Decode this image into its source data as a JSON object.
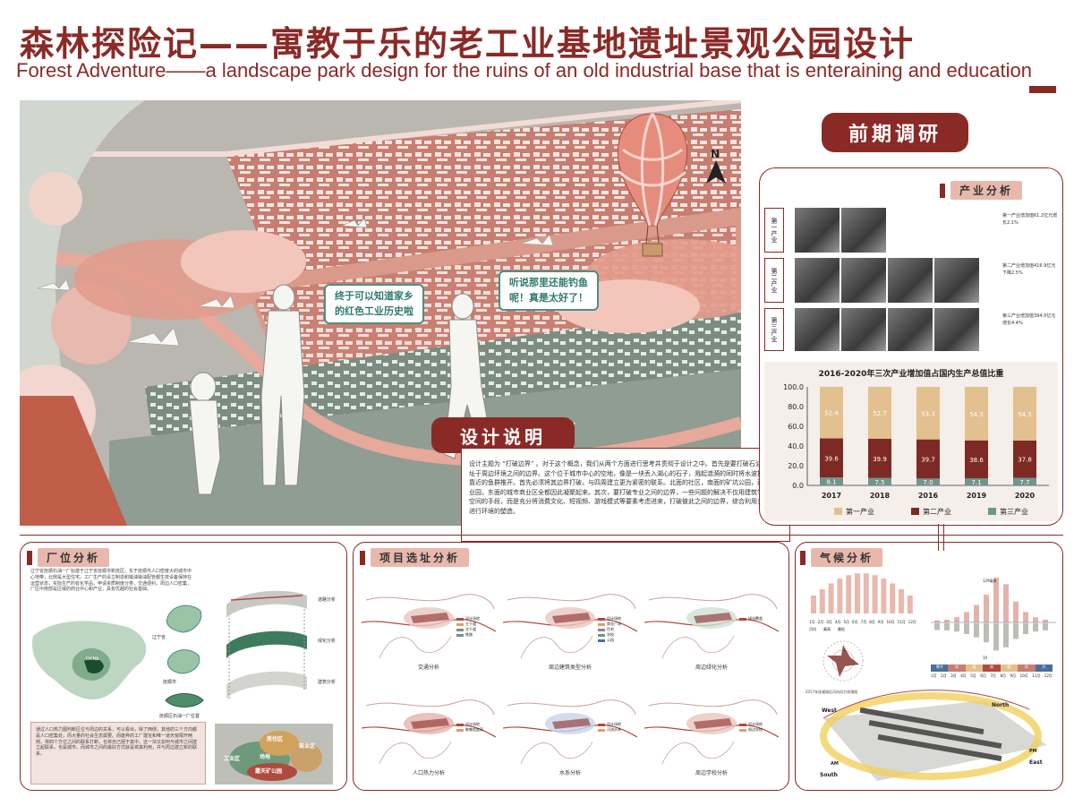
{
  "header": {
    "title_cn": "森林探险记——寓教于乐的老工业基地遗址景观公园设计",
    "title_en": "Forest Adventure——a landscape park design for the ruins of an old industrial base that is enteraining and education"
  },
  "hero": {
    "bubble_left": "终于可以知道家乡的红色工业历史啦",
    "bubble_right": "听说那里还能钓鱼呢！真是太好了！",
    "north_label": "N"
  },
  "design": {
    "title": "设计说明",
    "text": "设计主题为 “打破边界” 。对于这个概念，我们从两个方面进行思考并贯彻于设计之中。首先是要打破石油一厂旧址于周边环境之间的边界。这个位于城市中心的空地，像是一块丢入湖心的石子，溅起涟漪的同时将水波推远，将靠近的鱼群推开。首先必须将其边界打破，与四周建立更为紧密的联系。北面的社区，南面的矿坑公园，西面的工业园，东面的城市商业区全都因此凝聚起来。其次，要打破专业之间的边界，一些问题的解决不仅用建筑学、景观空间的手段，而是充分将消费文化、短视频、游戏模式等要素考虑进来，打破彼此之间的边界，综合利用多种手段进行环境的塑造。"
  },
  "research": {
    "title": "前期调研",
    "industry_tag": "产业分析",
    "rows": [
      {
        "label": "第一产业",
        "note": "第一产业增加值61.2亿元增长2.1%"
      },
      {
        "label": "第二产业",
        "note": "第二产业增加值416.9亿元下降2.5%"
      },
      {
        "label": "第三产业",
        "note": "第三产业增加值394.0亿元增长4.4%"
      }
    ]
  },
  "chart_data": {
    "type": "bar",
    "stacked": true,
    "title": "2016-2020年三次产业增加值占国内生产总值比重",
    "categories": [
      "2017",
      "2018",
      "2016",
      "2019",
      "2020"
    ],
    "series": [
      {
        "name": "第三产业",
        "color": "#6f958d",
        "values": [
          8.1,
          7.5,
          7.0,
          7.1,
          7.7
        ]
      },
      {
        "name": "第二产业",
        "color": "#7d2a25",
        "values": [
          39.6,
          39.9,
          39.7,
          38.6,
          37.8
        ]
      },
      {
        "name": "第一产业",
        "color": "#e2c08f",
        "values": [
          52.4,
          52.7,
          53.3,
          54.3,
          54.5
        ]
      }
    ],
    "yticks": [
      "0.0",
      "20.0",
      "40.0",
      "60.0",
      "80.0",
      "100.0"
    ],
    "ylim": [
      0,
      100
    ],
    "legend": [
      "第一产业",
      "第二产业",
      "第三产业"
    ],
    "legend_position": "bottom"
  },
  "location": {
    "tag": "厂位分析",
    "intro": "辽宁省抚顺石油一厂始建于辽宁省抚顺市新抚区。东于抚顺市人口密度大的城市中心地带，北侧是大型住宅，工厂生产的设立制造和输油输油配管都生技设备保持在运营状态，实际生产的有化学品，申请资质制度分类，交通便利，周边人口密集，厂区中南部是区域的商业中心和产业，具有优越的社会基础。",
    "labels": [
      "辽宁省",
      "抚顺市",
      "抚顺区石油一厂位置"
    ],
    "map_labels": [
      "道路分析",
      "绿化分析",
      "建筑分析"
    ],
    "china": "CHINA",
    "text2": "通过人口热力图判断区位与周边的关系，可以看出，除了西侧，其他的三个方向都是人口密集处，而大量的社会生态需要。而废弃的工厂建址和唯一道天窗隔开两侧，将四个方位之间的联系打断，也将自己困于其中。这一块又如何与城市之间建立起联系，也是城市、而城市之间的最好方式就是将其利用，并与周边建立新的联系。",
    "zones": [
      "居住区",
      "商业区",
      "工业区",
      "场地",
      "露天矿公园"
    ]
  },
  "site": {
    "tag": "项目选址分析",
    "maps": [
      "交通分析",
      "周边建筑类型分析",
      "周边绿化分析",
      "人口热力分析",
      "水系分析",
      "周边学校分析"
    ],
    "legend_traffic": [
      "设计场地",
      "主干道",
      "次干道",
      "铁路"
    ],
    "legend_building": [
      "设计场地",
      "商业广场",
      "住宅",
      "学校",
      "公园"
    ],
    "legend_green": [
      "绿化覆盖"
    ],
    "legend_heat": [
      "设计场地",
      "聚集程度高"
    ],
    "legend_water": [
      "设计场地",
      "河流水系"
    ],
    "legend_school": [
      "设计场地",
      "周边学校"
    ]
  },
  "climate": {
    "tag": "气候分析",
    "months": [
      "1月",
      "2月",
      "3月",
      "4月",
      "5月",
      "6月",
      "7月",
      "8月",
      "9月",
      "10月",
      "11月",
      "12月"
    ],
    "temp_legend": [
      "月均",
      "最高",
      "最低"
    ],
    "rain_top": "129毫米",
    "rain_axis": "10",
    "seasons": [
      "寒冷",
      "凉",
      "暖",
      "热",
      "暖",
      "凉",
      "冷"
    ],
    "wind_caption": "2017年抚顺城区风向风力玫瑰图",
    "sun_labels": [
      "West",
      "North",
      "South",
      "East",
      "AM",
      "PM"
    ]
  }
}
